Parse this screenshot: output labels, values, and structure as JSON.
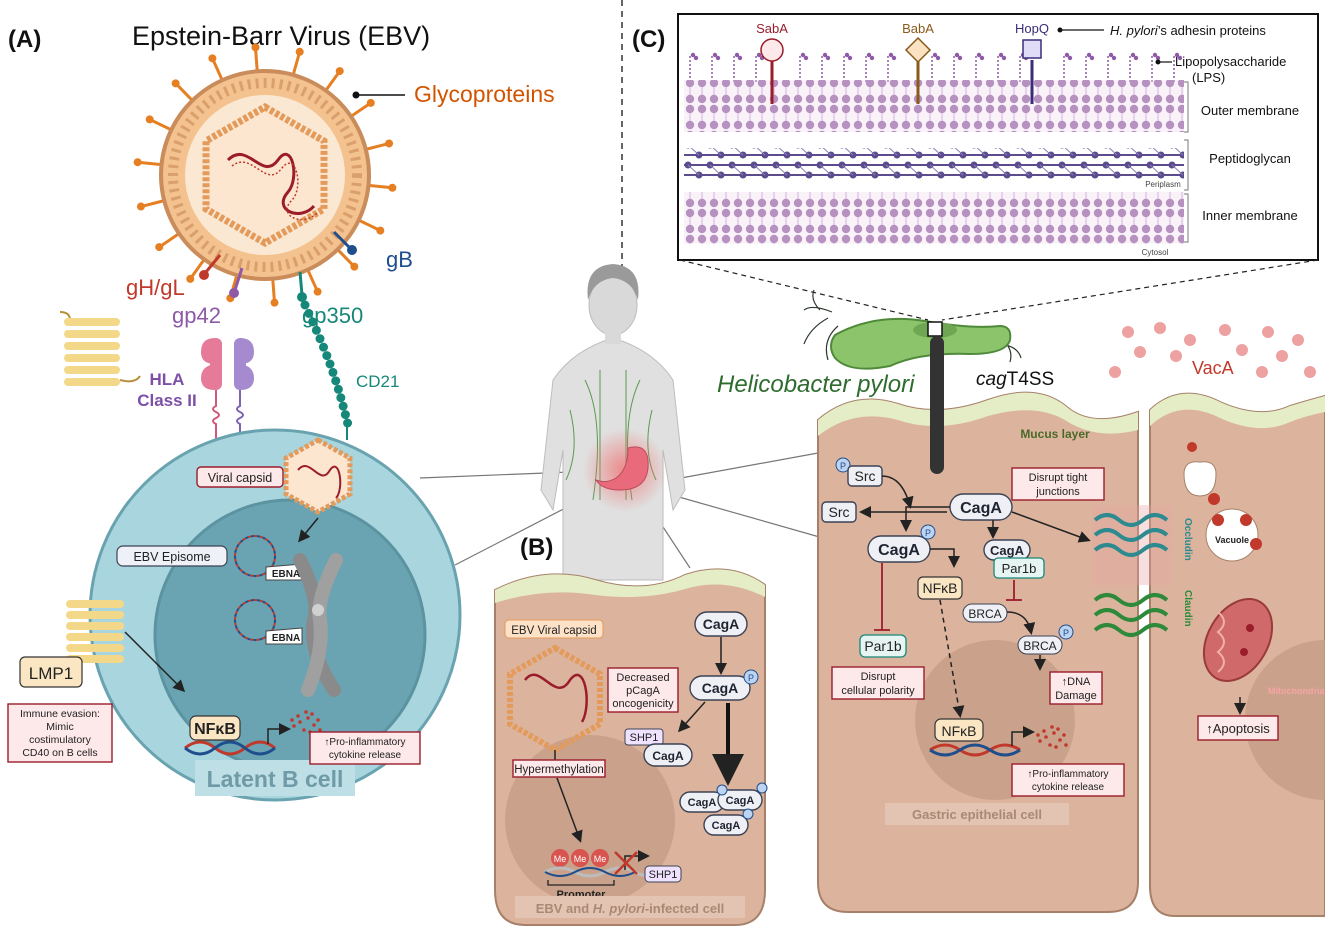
{
  "panels": {
    "a_label": "(A)",
    "b_label": "(B)",
    "c_label": "(C)"
  },
  "ebv": {
    "title": "Epstein-Barr Virus (EBV)",
    "glycoproteins": "Glycoproteins",
    "gh_gl": "gH/gL",
    "gp42": "gp42",
    "gp350": "gp350",
    "gb": "gB",
    "hla_line1": "HLA",
    "hla_line2": "Class II",
    "cd21": "CD21",
    "viral_capsid": "Viral capsid",
    "episome": "EBV Episome",
    "ebna1": "EBNA",
    "ebna2": "EBNA",
    "lmp1": "LMP1",
    "nfkb": "NFκB",
    "immune_evasion": [
      "Immune evasion:",
      "Mimic",
      "costimulatory",
      "CD40 on B cells"
    ],
    "cytokine": [
      "↑Pro-inflammatory",
      "cytokine release"
    ],
    "cell_label": "Latent B cell"
  },
  "panel_b": {
    "viral_capsid": "EBV Viral capsid",
    "hypermethylation": "Hypermethylation",
    "me": "Me",
    "promoter": "Promoter",
    "shp1": "SHP1",
    "caga": "CagA",
    "p": "P",
    "decreased": [
      "Decreased",
      "pCagA",
      "oncogenicity"
    ],
    "cell_label_pre": "EBV and ",
    "cell_label_italic": "H. pylori",
    "cell_label_post": "-infected cell"
  },
  "membrane": {
    "saba": "SabA",
    "baba": "BabA",
    "hopq": "HopQ",
    "adhesin_italic": "H. pylori",
    "adhesin_rest": "’s adhesin proteins",
    "lps_line1": "Lipopolysaccharide",
    "lps_line2": "(LPS)",
    "outer": "Outer membrane",
    "peptidoglycan": "Peptidoglycan",
    "periplasm": "Periplasm",
    "inner": "Inner membrane",
    "cytosol": "Cytosol"
  },
  "panel_c": {
    "hp": "Helicobacter pylori",
    "cag_italic": "cag",
    "cag_rest": "T4SS",
    "vaca": "VacA",
    "mucus": "Mucus layer",
    "src": "Src",
    "caga": "CagA",
    "p": "P",
    "par1b": "Par1b",
    "nfkb": "NFκB",
    "brca": "BRCA",
    "disrupt_tight": [
      "Disrupt tight",
      "junctions"
    ],
    "occludin": "Occludin",
    "claudin": "Claudin",
    "disrupt_polarity": [
      "Disrupt",
      "cellular polarity"
    ],
    "dna_damage": [
      "↑DNA",
      "Damage"
    ],
    "cytokine": [
      "↑Pro-inflammatory",
      "cytokine release"
    ],
    "cell_label": "Gastric epithelial cell",
    "vacuole": "Vacuole",
    "mitochondria": "Mitochondria",
    "apoptosis": "↑Apoptosis"
  },
  "colors": {
    "viral_red": "#c0392b",
    "purple": "#8e5aa8",
    "teal": "#16887a",
    "orange": "#d35400",
    "navy": "#1f4e8c",
    "bcell": "#a9d6de",
    "epithelial": "#dcb49d",
    "mucus": "#e4edc6",
    "hp_green": "#2e6b2e"
  }
}
